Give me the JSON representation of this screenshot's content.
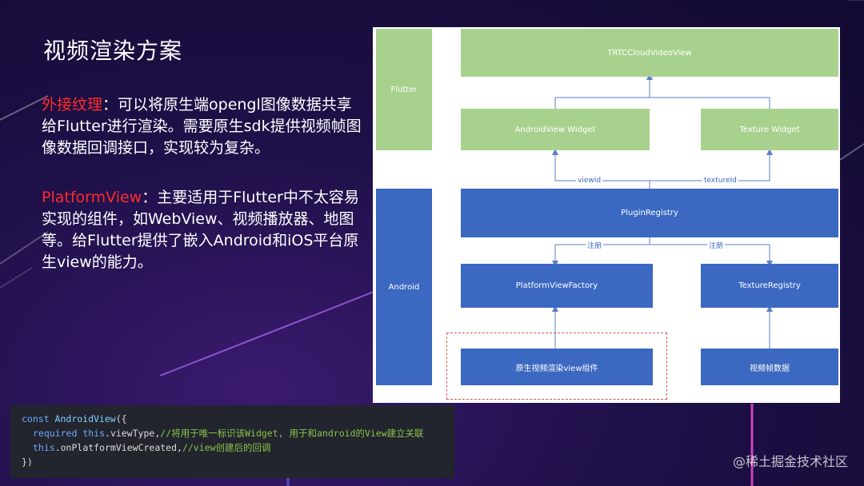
{
  "slide": {
    "title": "视频渲染方案",
    "para1": {
      "highlight": "外接纹理",
      "text": "：可以将原生端opengl图像数据共享给Flutter进行渲染。需要原生sdk提供视频帧图像数据回调接口，实现较为复杂。"
    },
    "para2": {
      "highlight": "PlatformView",
      "text": "：主要适用于Flutter中不太容易实现的组件，如WebView、视频播放器、地图等。给Flutter提供了嵌入Android和iOS平台原生view的能力。"
    }
  },
  "diagram": {
    "layers": {
      "flutter": "Flutter",
      "android": "Android"
    },
    "nodes": {
      "trtc_view": "TRTCCloudVideoView",
      "android_view_widget": "AndroidView Widget",
      "texture_widget": "Texture Widget",
      "plugin_registry": "PluginRegistry",
      "platform_view_factory": "PlatformViewFactory",
      "texture_registry": "TextureRegistry",
      "native_render_view": "原生视频渲染view组件",
      "video_frame_data": "视频帧数据"
    },
    "edge_labels": {
      "view_id": "viewId",
      "texture_id": "textureId",
      "register_left": "注册",
      "register_right": "注册"
    },
    "colors": {
      "flutter_layer": "#a9d18e",
      "android_layer": "#3b68c0",
      "dashed_border": "#d9534f"
    }
  },
  "code": {
    "l1": {
      "kw": "const",
      "cls": " AndroidView",
      "rest": "({"
    },
    "l2": {
      "kw": "required",
      "obj": " this",
      "prop": ".viewType,",
      "comment": "//将用于唯一标识该Widget, 用于和android的View建立关联"
    },
    "l3": {
      "obj": "this",
      "prop": ".onPlatformViewCreated,",
      "comment": "//view创建后的回调"
    },
    "l4": "})"
  },
  "watermark": "@稀土掘金技术社区"
}
